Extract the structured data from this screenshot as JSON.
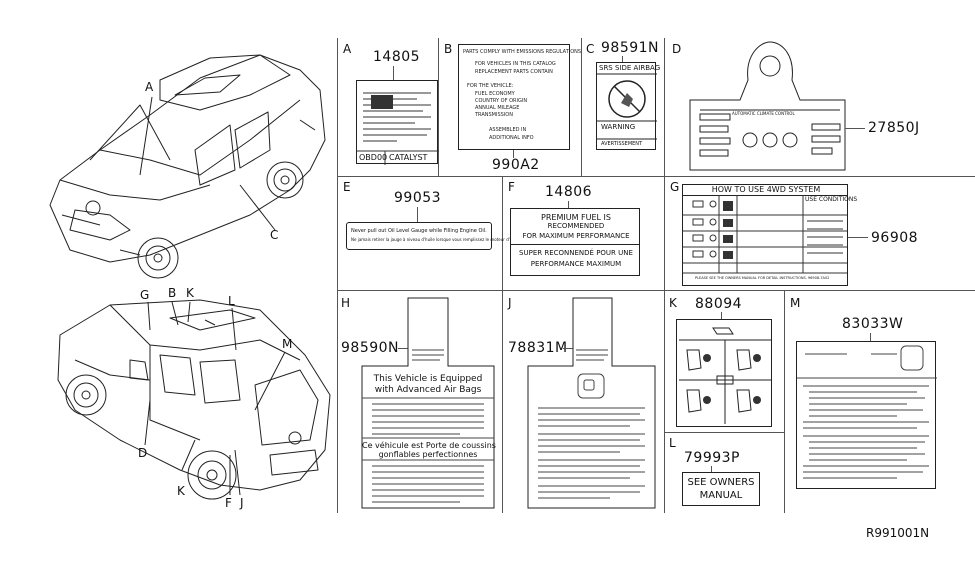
{
  "vehicle_callouts": {
    "top": [
      "A",
      "C"
    ],
    "bottom": [
      "G",
      "B",
      "K",
      "L",
      "M",
      "D",
      "K",
      "F",
      "J"
    ]
  },
  "panels": {
    "A": {
      "letter": "A",
      "part": "14805",
      "footer_left": "OBD00",
      "footer_right": "CATALYST"
    },
    "B": {
      "letter": "B",
      "part": "990A2",
      "lines": [
        "PARTS COMPLY WITH EMISSIONS REGULATIONS",
        "FOR VEHICLES IN THIS CATALOG",
        "REPLACEMENT PARTS CONTAIN",
        "FOR THE VEHICLE:",
        "FUEL ECONOMY",
        "COUNTRY OF ORIGIN",
        "ANNUAL MILEAGE",
        "TRANSMISSION",
        "ASSEMBLED IN",
        "ADDITIONAL INFO"
      ]
    },
    "C": {
      "letter": "C",
      "part": "98591N",
      "title": "SRS SIDE AIRBAG",
      "warn": "WARNING",
      "footer": "AVERTISSEMENT"
    },
    "D": {
      "letter": "D",
      "part": "27850J",
      "header": "AUTOMATIC CLIMATE CONTROL"
    },
    "E": {
      "letter": "E",
      "part": "99053",
      "line1": "Never pull out Oil Level Gauge while Filling Engine Oil.",
      "line2": "Ne jamais retirer la jauge à niveau d'huile lorsque vous remplissez le moteur d'huile."
    },
    "F": {
      "letter": "F",
      "part": "14806",
      "lines": [
        "PREMIUM FUEL IS",
        "RECOMMENDED",
        "FOR MAXIMUM PERFORMANCE"
      ],
      "lines_fr": [
        "SUPER RECONNENDÉ POUR UNE",
        "PERFORMANCE MAXIMUM"
      ]
    },
    "G": {
      "letter": "G",
      "part": "96908",
      "title": "HOW TO USE 4WD SYSTEM",
      "col_right": "USE CONDITIONS",
      "footer": "PLEASE SEE THE OWNERS MANUAL FOR DETAIL INSTRUCTIONS. 96908-7A02"
    },
    "H": {
      "letter": "H",
      "part": "98590N",
      "title": [
        "This Vehicle is Equipped",
        "with Advanced Air Bags"
      ],
      "title_fr": [
        "Ce véhicule est Porte de coussins",
        "gonflables perfectionnes"
      ]
    },
    "J": {
      "letter": "J",
      "part": "78831M"
    },
    "K": {
      "letter": "K",
      "part": "88094"
    },
    "L": {
      "letter": "L",
      "part": "79993P",
      "lines": [
        "SEE OWNERS",
        "MANUAL"
      ]
    },
    "M": {
      "letter": "M",
      "part": "83033W"
    }
  },
  "drawing_number": "R991001N",
  "colors": {
    "line": "#222222",
    "text": "#111111",
    "bg": "#ffffff"
  }
}
